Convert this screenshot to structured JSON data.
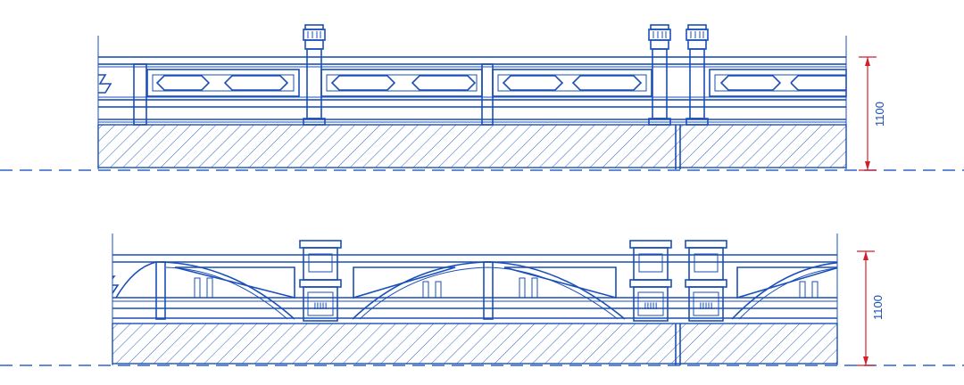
{
  "drawing": {
    "elevation_top": {
      "height_label": "1100"
    },
    "elevation_bottom": {
      "height_label": "1100",
      "post_inscription": "IIIII"
    }
  },
  "colors": {
    "linework": "#1a4fb8",
    "dimension": "#d21f2b",
    "centerline": "#2f63c9"
  }
}
